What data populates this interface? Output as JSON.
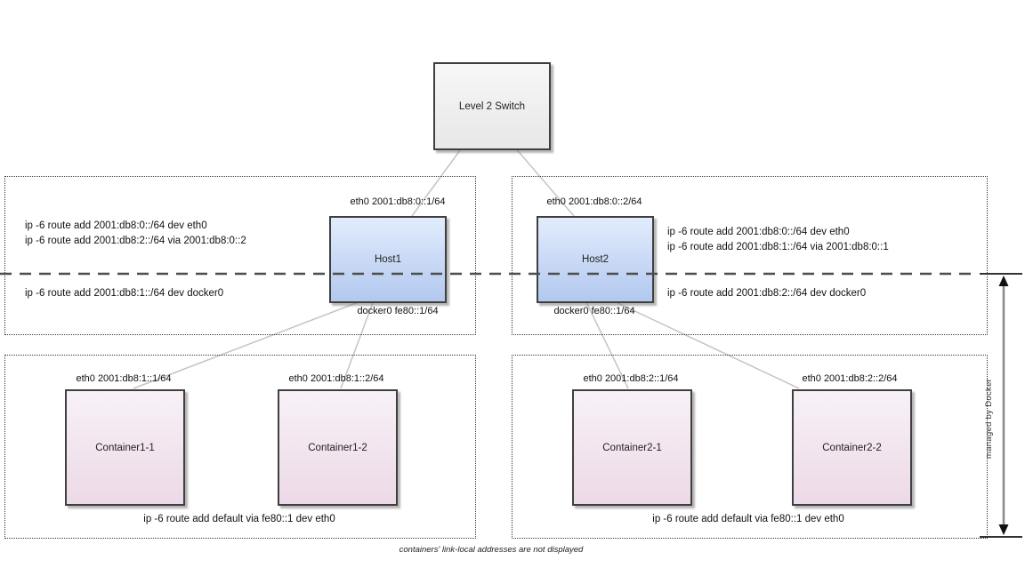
{
  "diagram": {
    "switch": {
      "label": "Level 2 Switch"
    },
    "hosts": [
      {
        "label": "Host1",
        "eth_label": "eth0 2001:db8:0::1/64",
        "docker_label": "docker0 fe80::1/64",
        "routes_above": [
          "ip -6 route add 2001:db8:0::/64 dev eth0",
          "ip -6 route add 2001:db8:2::/64 via 2001:db8:0::2"
        ],
        "routes_below": [
          "ip -6 route add 2001:db8:1::/64 dev docker0"
        ]
      },
      {
        "label": "Host2",
        "eth_label": "eth0 2001:db8:0::2/64",
        "docker_label": "docker0 fe80::1/64",
        "routes_above": [
          "ip -6 route add 2001:db8:0::/64 dev eth0",
          "ip -6 route add 2001:db8:1::/64 via 2001:db8:0::1"
        ],
        "routes_below": [
          "ip -6 route add 2001:db8:2::/64 dev docker0"
        ]
      }
    ],
    "containers": [
      {
        "label": "Container1-1",
        "eth_label": "eth0 2001:db8:1::1/64"
      },
      {
        "label": "Container1-2",
        "eth_label": "eth0 2001:db8:1::2/64"
      },
      {
        "label": "Container2-1",
        "eth_label": "eth0 2001:db8:2::1/64"
      },
      {
        "label": "Container2-2",
        "eth_label": "eth0 2001:db8:2::2/64"
      }
    ],
    "default_route_left": "ip -6 route add default via fe80::1 dev eth0",
    "default_route_right": "ip -6 route add default via fe80::1 dev eth0",
    "managed_by_label": "managed by Docker",
    "footnote": "containers' link-local addresses are not displayed",
    "colors": {
      "host_fill_top": "#e2ecfc",
      "host_fill_bottom": "#b2c8ef",
      "container_fill_top": "#f8f1f7",
      "container_fill_bottom": "#ecd9e7",
      "switch_fill": "#efefef",
      "box_border": "#3f3f3f",
      "connector_line": "#c4c4c4",
      "dashed_line": "#4d4d4d"
    }
  }
}
